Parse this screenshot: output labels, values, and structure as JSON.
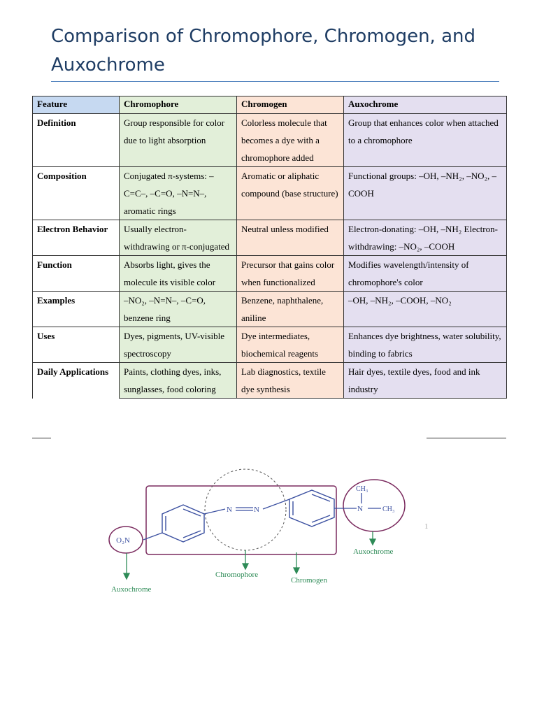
{
  "title": "Comparison of Chromophore, Chromogen, and Auxochrome",
  "table": {
    "headers": [
      "Feature",
      "Chromophore",
      "Chromogen",
      "Auxochrome"
    ],
    "rows": [
      {
        "feature": "Definition",
        "chromophore": "Group responsible for color due to light absorption",
        "chromogen": "Colorless molecule that becomes a dye with a chromophore added",
        "auxochrome": "Group that enhances color when attached to a chromophore"
      },
      {
        "feature": "Composition",
        "chromophore": "Conjugated π-systems: –C=C–, –C=O, –N=N–, aromatic rings",
        "chromogen": "Aromatic or aliphatic compound (base structure)",
        "auxochrome": "Functional groups: –OH, –NH₂, –NO₂, –COOH"
      },
      {
        "feature": "Electron Behavior",
        "chromophore": "Usually electron-withdrawing or π-conjugated",
        "chromogen": "Neutral unless modified",
        "auxochrome": "Electron-donating: –OH, –NH₂ Electron-withdrawing: –NO₂, –COOH"
      },
      {
        "feature": "Function",
        "chromophore": "Absorbs light, gives the molecule its visible color",
        "chromogen": "Precursor that gains color when functionalized",
        "auxochrome": "Modifies wavelength/intensity of chromophore's color"
      },
      {
        "feature": "Examples",
        "chromophore": "–NO₂, –N=N–, –C=O, benzene ring",
        "chromogen": "Benzene, naphthalene, aniline",
        "auxochrome": "–OH, –NH₂, –COOH, –NO₂"
      },
      {
        "feature": "Uses",
        "chromophore": "Dyes, pigments, UV-visible spectroscopy",
        "chromogen": "Dye intermediates, biochemical reagents",
        "auxochrome": "Enhances dye brightness, water solubility, binding to fabrics"
      },
      {
        "feature": "Daily Applications",
        "chromophore": "Paints, clothing dyes, inks, sunglasses, food coloring",
        "chromogen": "Lab diagnostics, textile dye synthesis",
        "auxochrome": "Hair dyes, textile dyes, food and ink industry"
      }
    ]
  },
  "diagram": {
    "label_o2n": "O₂N",
    "label_n_left": "N",
    "label_n_right": "N",
    "label_ch3_top": "CH₃",
    "label_n_amine": "N",
    "label_ch3_right": "CH₃",
    "label_auxochrome_left": "Auxochrome",
    "label_chromophore": "Chromophore",
    "label_chromogen": "Chromogen",
    "label_auxochrome_right": "Auxochrome",
    "marker": "1",
    "colors": {
      "box": "#7a2a5e",
      "arrow": "#2e8b57",
      "label": "#2e8b57",
      "structure": "#3a4fa0"
    }
  }
}
